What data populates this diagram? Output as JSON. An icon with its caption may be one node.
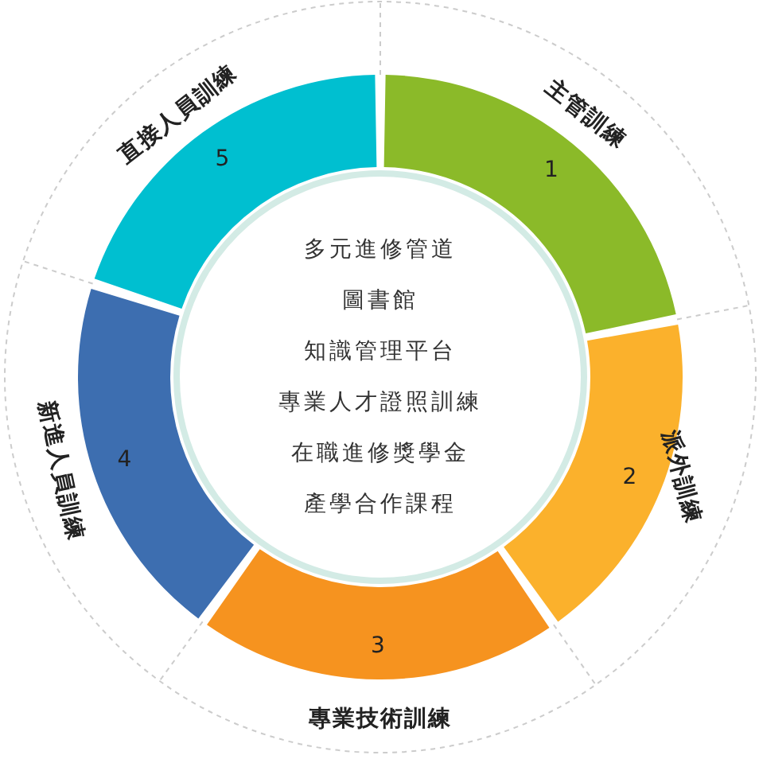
{
  "diagram": {
    "nodes": [
      {
        "text": [
          "多元進修管道",
          "圖書館",
          "知識管理平台",
          "專業人才證照訓練",
          "在職進修獎學金",
          "產學合作課程"
        ]
      },
      {
        "text": [
          "1"
        ],
        "beside": [
          "主管訓練"
        ]
      },
      {
        "text": [
          "2"
        ],
        "beside": [
          "派外訓練"
        ]
      },
      {
        "text": [
          "3"
        ],
        "beside": [
          "專業技術訓練"
        ]
      },
      {
        "text": [
          "4"
        ],
        "beside": [
          "新進人員訓練"
        ]
      },
      {
        "text": [
          "5"
        ],
        "beside": [
          "直接人員訓練"
        ]
      }
    ]
  }
}
